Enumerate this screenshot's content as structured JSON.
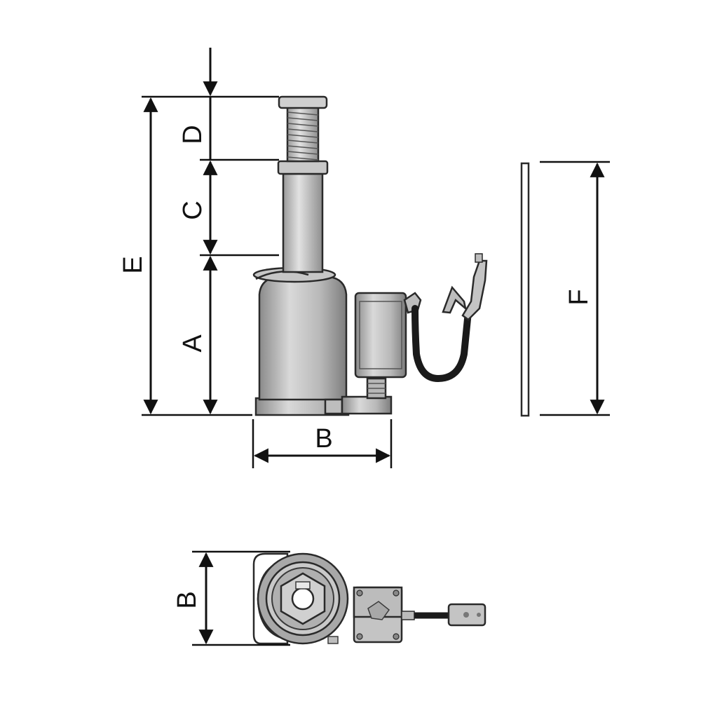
{
  "labels": {
    "A": "A",
    "B_front": "B",
    "C": "C",
    "D": "D",
    "E": "E",
    "F": "F",
    "B_top": "B"
  },
  "colors": {
    "line": "#111111",
    "body_light": "#d4d4d4",
    "body_mid": "#a9a9a9",
    "body_dark": "#7a7a7a",
    "hose": "#1a1a1a"
  }
}
